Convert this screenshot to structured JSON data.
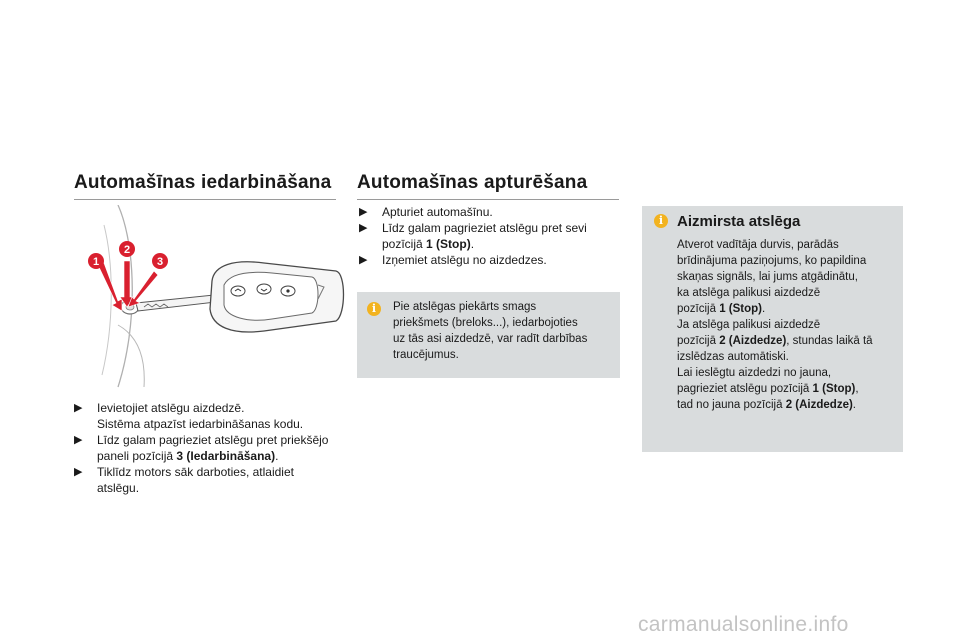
{
  "left": {
    "title": "Automašīnas iedarbināšana",
    "illustration": {
      "labels": [
        "1",
        "2",
        "3"
      ]
    },
    "bullets": [
      {
        "marker": "▶",
        "line1": "Ievietojiet atslēgu aizdedzē.",
        "line2": "Sistēma atpazīst iedarbināšanas kodu."
      },
      {
        "marker": "▶",
        "line1": "Līdz galam pagrieziet atslēgu pret priekšējo",
        "line2_pre": "paneli pozīcijā ",
        "line2_bold": "3 (Iedarbināšana)",
        "line2_post": "."
      },
      {
        "marker": "▶",
        "line1": "Tiklīdz motors sāk darboties, atlaidiet",
        "line2": "atslēgu."
      }
    ]
  },
  "middle": {
    "title": "Automašīnas apturēšana",
    "bullets": [
      {
        "marker": "▶",
        "line1": "Apturiet automašīnu."
      },
      {
        "marker": "▶",
        "line1": "Līdz galam pagrieziet atslēgu pret sevi",
        "line2_pre": "pozīcijā ",
        "line2_bold": "1 (Stop)",
        "line2_post": "."
      },
      {
        "marker": "▶",
        "line1": "Izņemiet atslēgu no aizdedzes."
      }
    ],
    "note": {
      "icon": "i",
      "lines": [
        "Pie atslēgas piekārts smags",
        "priekšmets (breloks...), iedarbojoties",
        "uz tās asi aizdedzē, var radīt darbības",
        "traucējumus."
      ]
    }
  },
  "right": {
    "icon": "i",
    "title": "Aizmirsta atslēga",
    "lines": [
      "Atverot vadītāja durvis, parādās",
      "brīdinājuma paziņojums, ko papildina",
      "skaņas signāls, lai jums atgādinātu,",
      "ka atslēga palikusi aizdedzē"
    ],
    "l5_pre": "pozīcijā ",
    "l5_bold": "1 (Stop)",
    "l5_post": ".",
    "l6": "Ja atslēga palikusi aizdedzē",
    "l7_pre": "pozīcijā ",
    "l7_bold": "2 (Aizdedze)",
    "l7_post": ", stundas laikā tā",
    "l8": "izslēdzas automātiski.",
    "l9": "Lai ieslēgtu aizdedzi no jauna,",
    "l10_pre": "pagrieziet atslēgu pozīcijā ",
    "l10_bold": "1 (Stop)",
    "l10_post": ",",
    "l11_pre": "tad no jauna pozīcijā ",
    "l11_bold": "2 (Aizdedze)",
    "l11_post": "."
  },
  "footer": {
    "watermark": "carmanualsonline.info"
  },
  "colors": {
    "accent_red": "#d9202f",
    "box_gray": "#d9dcdd",
    "info_yellow": "#f2b320"
  }
}
